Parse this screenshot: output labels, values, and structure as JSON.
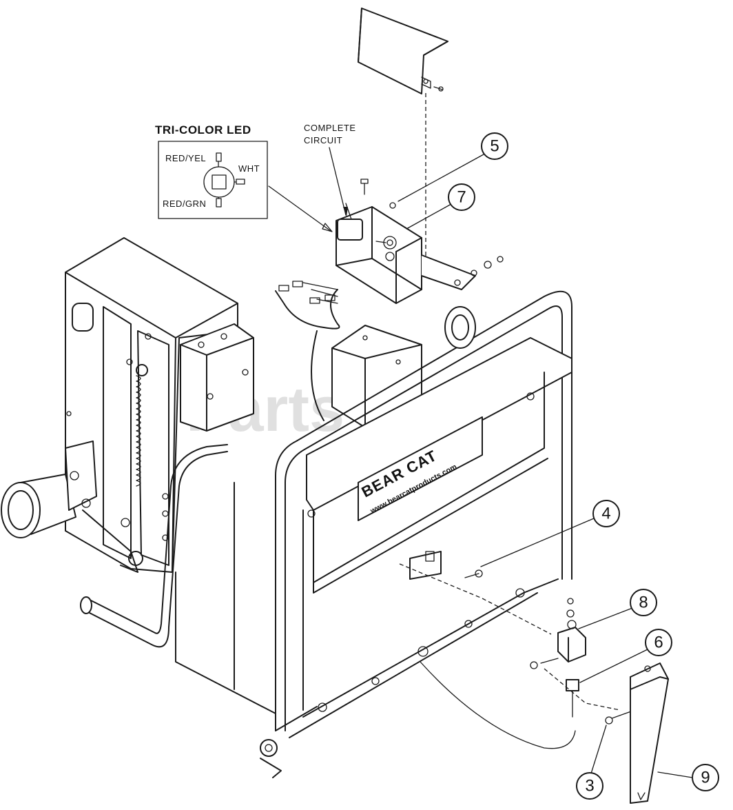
{
  "diagram": {
    "inset": {
      "title": "TRI-COLOR LED",
      "labels": {
        "red_yel": "RED/YEL",
        "wht": "WHT",
        "red_grn": "RED/GRN"
      }
    },
    "complete_circuit_label": [
      "COMPLETE",
      "CIRCUIT"
    ],
    "brand_text": "BEAR CAT",
    "brand_url": "www.bearcatproducts.com",
    "watermark": "PartsTree",
    "callouts": [
      "5",
      "7",
      "4",
      "8",
      "6",
      "3",
      "9"
    ]
  }
}
